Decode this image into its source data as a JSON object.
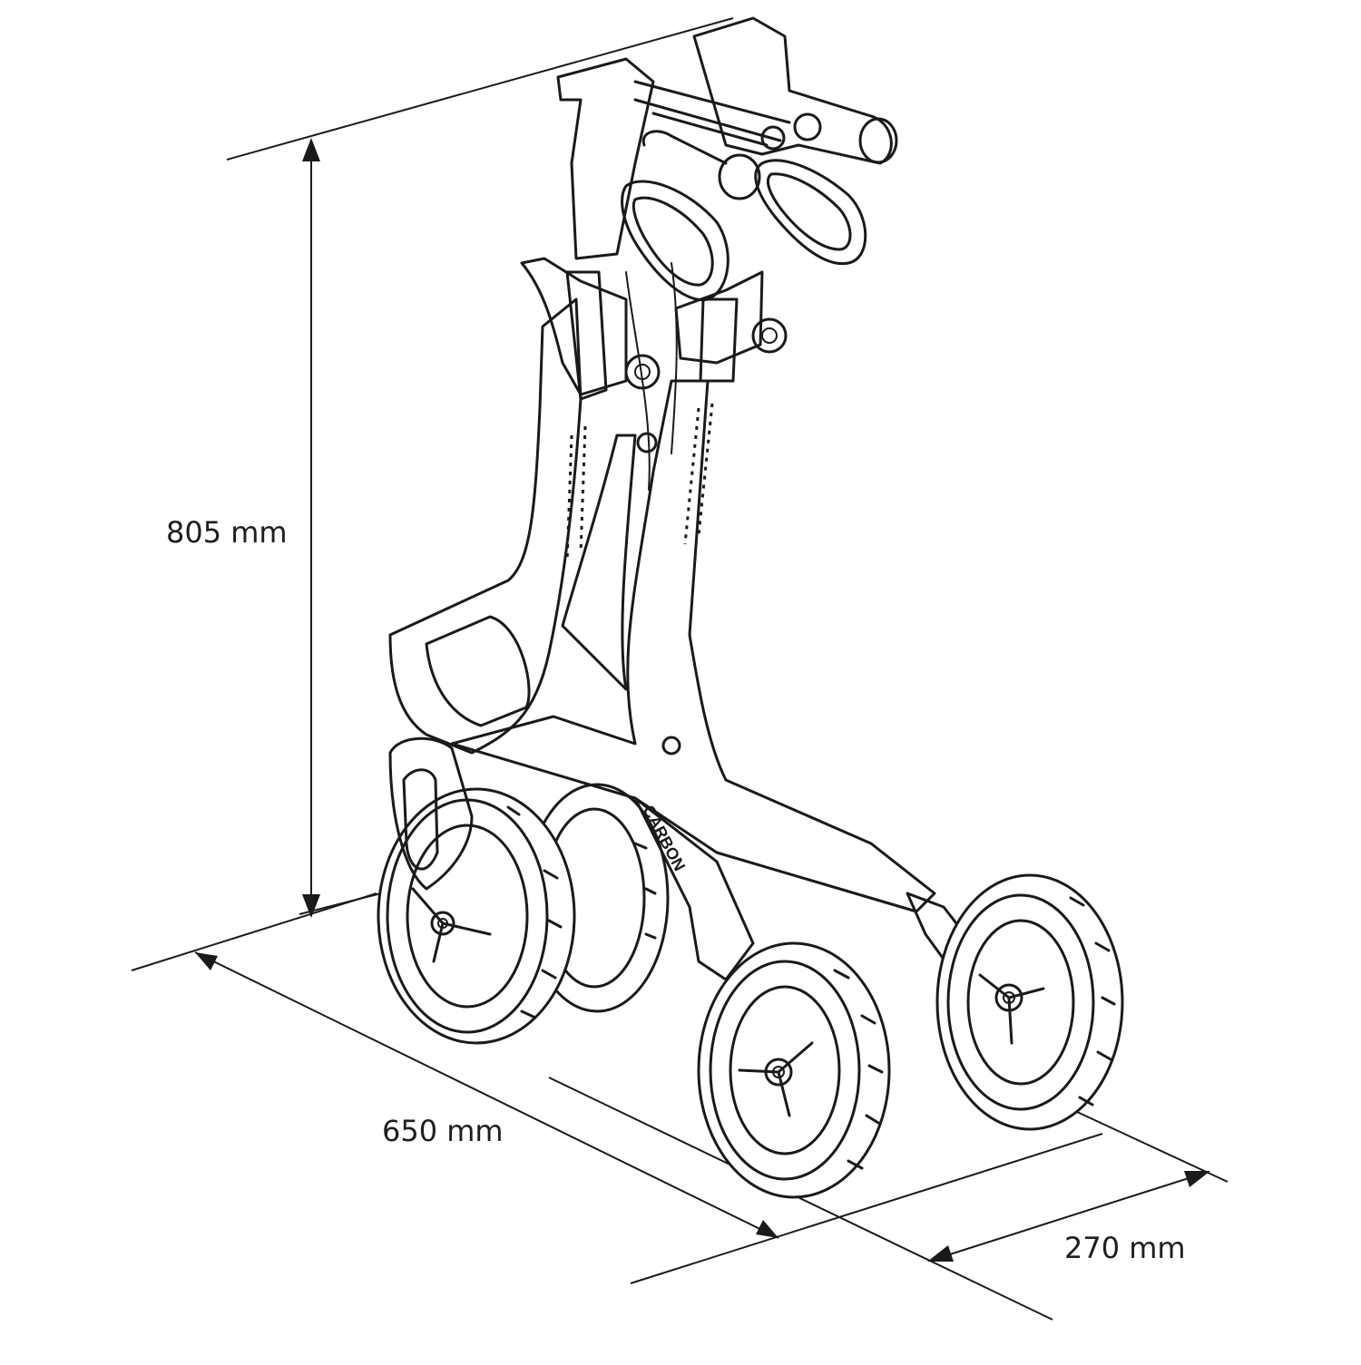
{
  "dimensions": {
    "height": "805 mm",
    "length": "650 mm",
    "width": "270 mm"
  },
  "frame_labels": {
    "front_text": "CARBON"
  },
  "colors": {
    "ink": "#1a1a1a",
    "background": "#ffffff"
  }
}
